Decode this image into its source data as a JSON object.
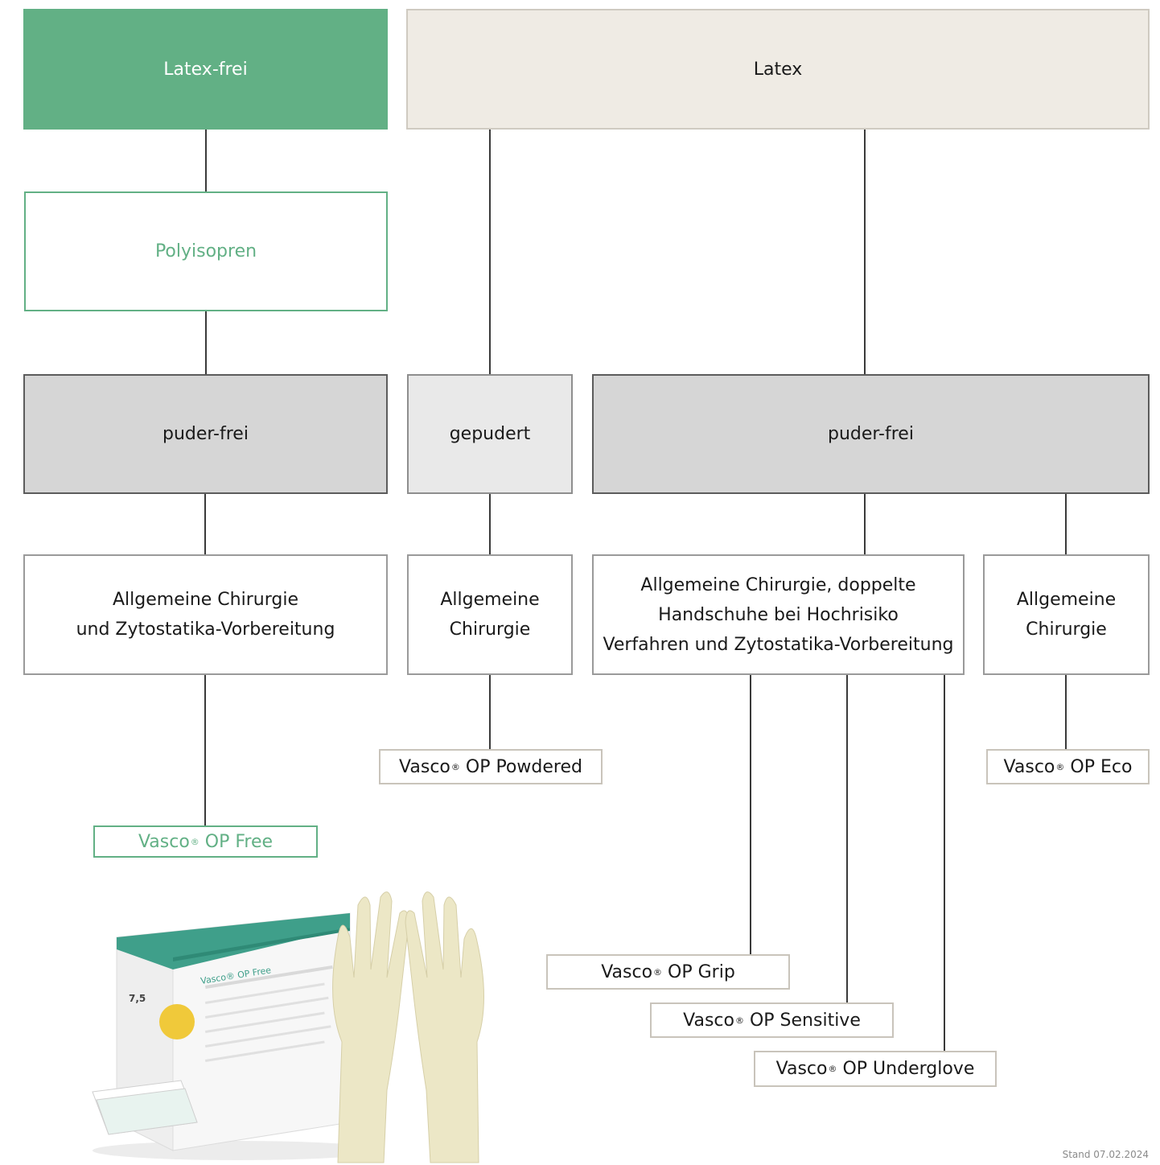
{
  "categories": {
    "latex_free": "Latex-frei",
    "latex": "Latex"
  },
  "material": {
    "polyisopren": "Polyisopren"
  },
  "powder": {
    "free_left": "puder-frei",
    "powdered": "gepudert",
    "free_right": "puder-frei"
  },
  "applications": {
    "left": [
      "Allgemeine Chirurgie",
      "und Zytostatika-Vorbereitung"
    ],
    "powdered": [
      "Allgemeine",
      "Chirurgie"
    ],
    "double": [
      "Allgemeine Chirurgie, doppelte",
      "Handschuhe bei Hochrisiko",
      "Verfahren und Zytostatika-Vorbereitung"
    ],
    "eco": [
      "Allgemeine",
      "Chirurgie"
    ]
  },
  "products": {
    "registered_mark": "®",
    "free": {
      "brand": "Vasco",
      "name": "OP Free"
    },
    "powdered": {
      "brand": "Vasco",
      "name": "OP Powdered"
    },
    "eco": {
      "brand": "Vasco",
      "name": "OP Eco"
    },
    "grip": {
      "brand": "Vasco",
      "name": "OP Grip"
    },
    "sensitive": {
      "brand": "Vasco",
      "name": "OP Sensitive"
    },
    "underglove": {
      "brand": "Vasco",
      "name": "OP Underglove"
    }
  },
  "package": {
    "brand_text": "Vasco® OP Free",
    "size": "7,5"
  },
  "footer": "Stand 07.02.2024",
  "colors": {
    "green": "#62b085",
    "latex": "#efebe4",
    "gray_dark": "#d6d6d6",
    "gray_light": "#e9e9e9"
  }
}
